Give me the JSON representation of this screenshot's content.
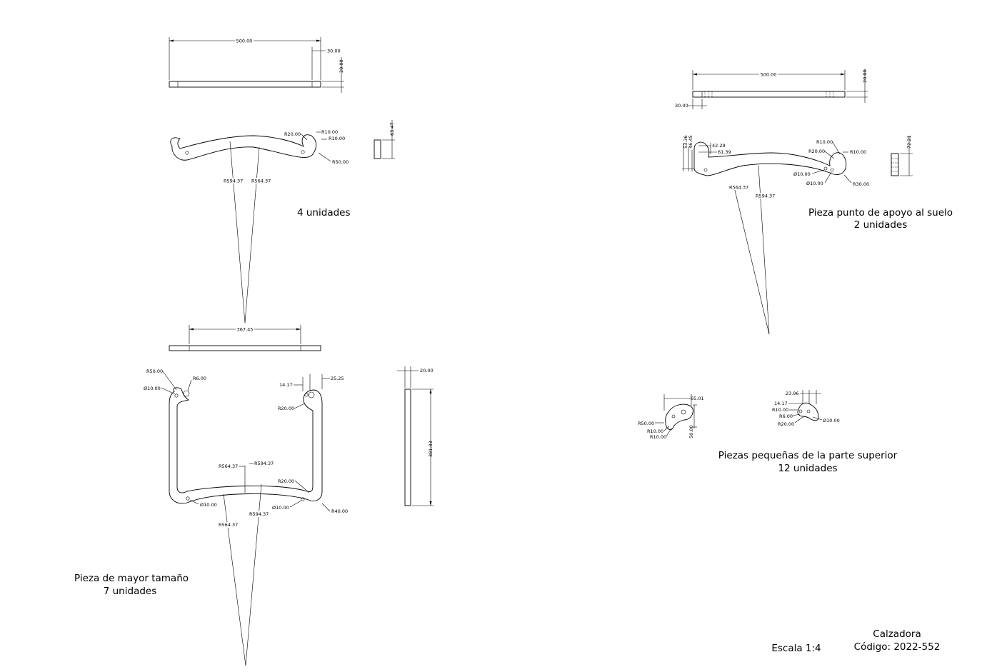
{
  "title_block": {
    "name": "Calzadora",
    "code": "Código: 2022-552",
    "scale": "Escala 1:4"
  },
  "labels": {
    "piece_a_qty": "4 unidades",
    "piece_b_name": "Pieza punto de apoyo al suelo",
    "piece_b_qty": "2 unidades",
    "piece_c_name": "Piezas pequeñas de la parte superior",
    "piece_c_qty": "12 unidades",
    "piece_d_name": "Pieza de mayor tamaño",
    "piece_d_qty": "7 unidades"
  },
  "dimensions": {
    "a_length": "500.00",
    "a_end": "30.00",
    "a_thick": "20.00",
    "a_r20": "R20.00",
    "a_r10a": "R10.00",
    "a_r10b": "R10.00",
    "a_r50": "R50.00",
    "a_r594": "R594.37",
    "a_r564": "R564.37",
    "a_h": "63.47",
    "d_top_len": "367.45",
    "d_r50": "R50.00",
    "d_r6": "R6.00",
    "d_d10a": "Ø10.00",
    "d_1417": "14.17",
    "d_2525": "25.25",
    "d_r20a": "R20.00",
    "d_r564a": "R564.37",
    "d_r594a": "R594.37",
    "d_r20b": "R20.00",
    "d_d10b": "Ø10.00",
    "d_d10c": "Ø10.00",
    "d_r594b": "R594.37",
    "d_r40": "R40.00",
    "d_r564b": "R564.37",
    "d_w20": "20.00",
    "d_h": "381.83",
    "b_length": "500.00",
    "b_thick": "20.00",
    "b_end": "30.00",
    "b_5336": "53.36",
    "b_4645": "46.45",
    "b_4229": "42.29",
    "b_6139": "61.39",
    "b_r10a": "R10.00",
    "b_r20": "R20.00",
    "b_r10b": "R10.00",
    "b_d10a": "Ø10.00",
    "b_d10b": "Ø10.00",
    "b_r30": "R30.00",
    "b_r564": "R564.37",
    "b_r594": "R594.37",
    "b_h": "72.21",
    "c_6501": "65.01",
    "c_r50": "R50.00",
    "c_r10a": "R10.00",
    "c_r10b": "R10.00",
    "c_50": "50.00",
    "c_2396": "23.96",
    "c_1417": "14.17",
    "c_r10c": "R10.00",
    "c_r6": "R6.00",
    "c_r20": "R20.00",
    "c_d10": "Ø10.00"
  }
}
